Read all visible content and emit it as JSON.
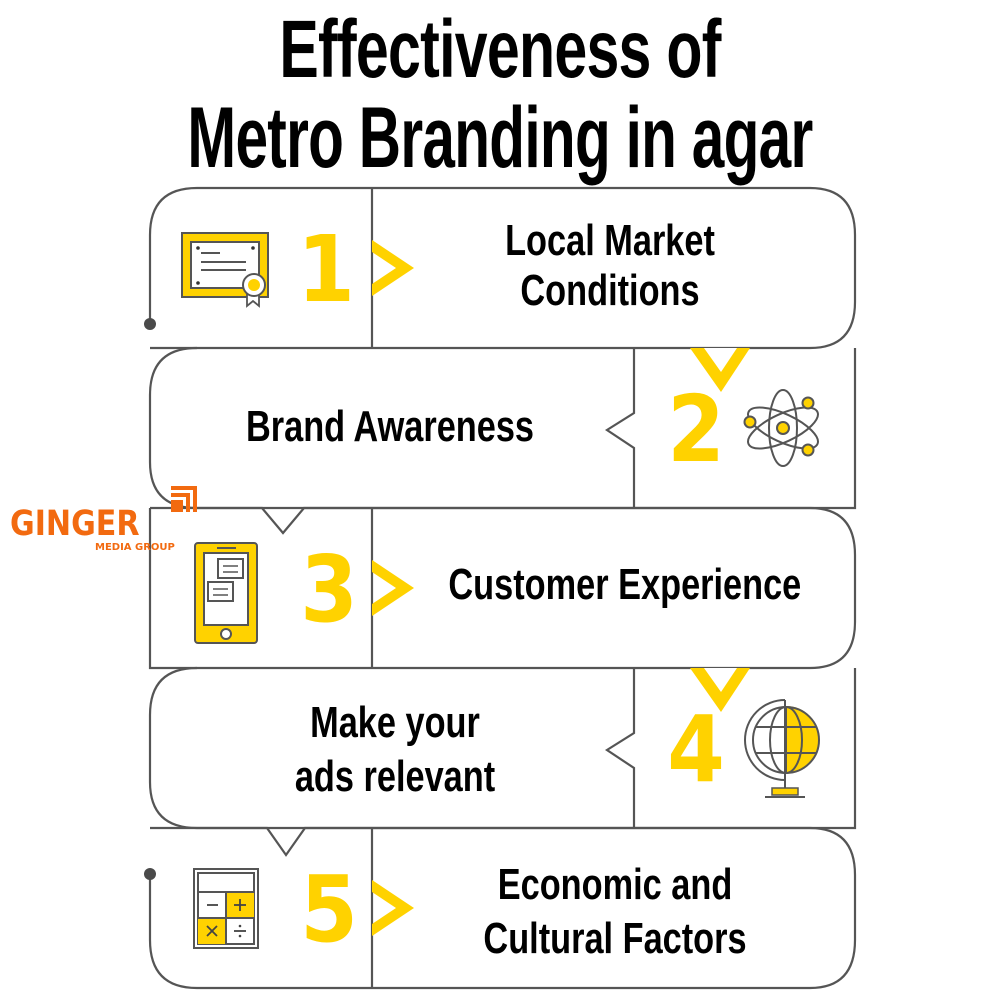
{
  "title": {
    "line1": "Effectiveness of",
    "line2": "Metro Branding in agar"
  },
  "colors": {
    "accent_yellow": "#FFD200",
    "outline_gray": "#555555",
    "text": "#000000",
    "logo_orange": "#F26A10"
  },
  "logo": {
    "brand": "GINGER",
    "subtitle": "MEDIA GROUP",
    "icon": "signal-corner-icon"
  },
  "steps": [
    {
      "number": "1",
      "label_lines": [
        "Local Market",
        "Conditions"
      ],
      "icon": "certificate-icon"
    },
    {
      "number": "2",
      "label_lines": [
        "Brand Awareness"
      ],
      "icon": "atom-icon"
    },
    {
      "number": "3",
      "label_lines": [
        "Customer Experience"
      ],
      "icon": "smartphone-chat-icon"
    },
    {
      "number": "4",
      "label_lines": [
        "Make your",
        "ads relevant"
      ],
      "icon": "globe-icon"
    },
    {
      "number": "5",
      "label_lines": [
        "Economic and",
        "Cultural Factors"
      ],
      "icon": "calculator-icon"
    }
  ]
}
